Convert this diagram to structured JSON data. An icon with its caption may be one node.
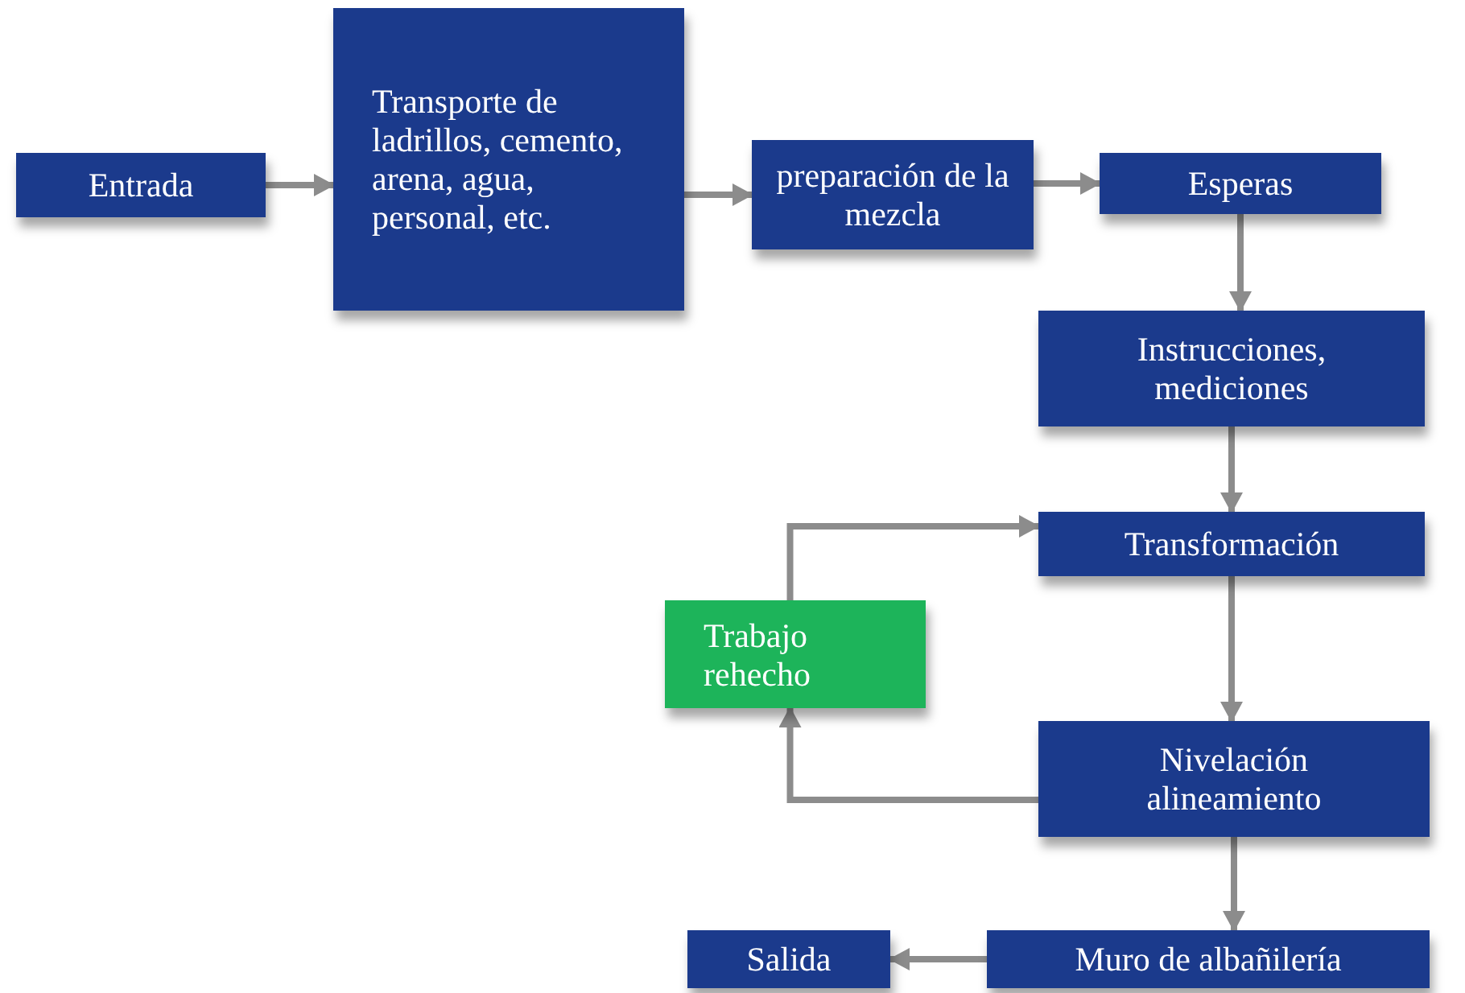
{
  "diagram": {
    "nodes": [
      {
        "text": [
          "Entrada"
        ]
      },
      {
        "text": [
          "Transporte de ladrillos, cemento, arena, agua, personal, etc."
        ]
      },
      {
        "text": [
          "preparación de la mezcla"
        ]
      },
      {
        "text": [
          "Esperas"
        ]
      },
      {
        "text": [
          "Instrucciones, mediciones"
        ]
      },
      {
        "text": [
          "Transformación"
        ]
      },
      {
        "text": [
          "Trabajo rehecho"
        ]
      },
      {
        "text": [
          "Nivelación alineamiento"
        ]
      },
      {
        "text": [
          "Salida"
        ]
      },
      {
        "text": [
          "Muro de albañilería"
        ]
      }
    ],
    "edges": [
      {
        "from": 0,
        "to": 1,
        "arrow": "to"
      },
      {
        "from": 1,
        "to": 2,
        "arrow": "to"
      },
      {
        "from": 2,
        "to": 3,
        "arrow": "to"
      },
      {
        "from": 3,
        "to": 4,
        "arrow": "to"
      },
      {
        "from": 4,
        "to": 5,
        "arrow": "to"
      },
      {
        "from": 5,
        "to": 7,
        "arrow": "to"
      },
      {
        "from": 7,
        "to": 6,
        "arrow": "to"
      },
      {
        "from": 6,
        "to": 5,
        "arrow": "to"
      },
      {
        "from": 7,
        "to": 9,
        "arrow": "to"
      },
      {
        "from": 9,
        "to": 8,
        "arrow": "to"
      }
    ]
  }
}
